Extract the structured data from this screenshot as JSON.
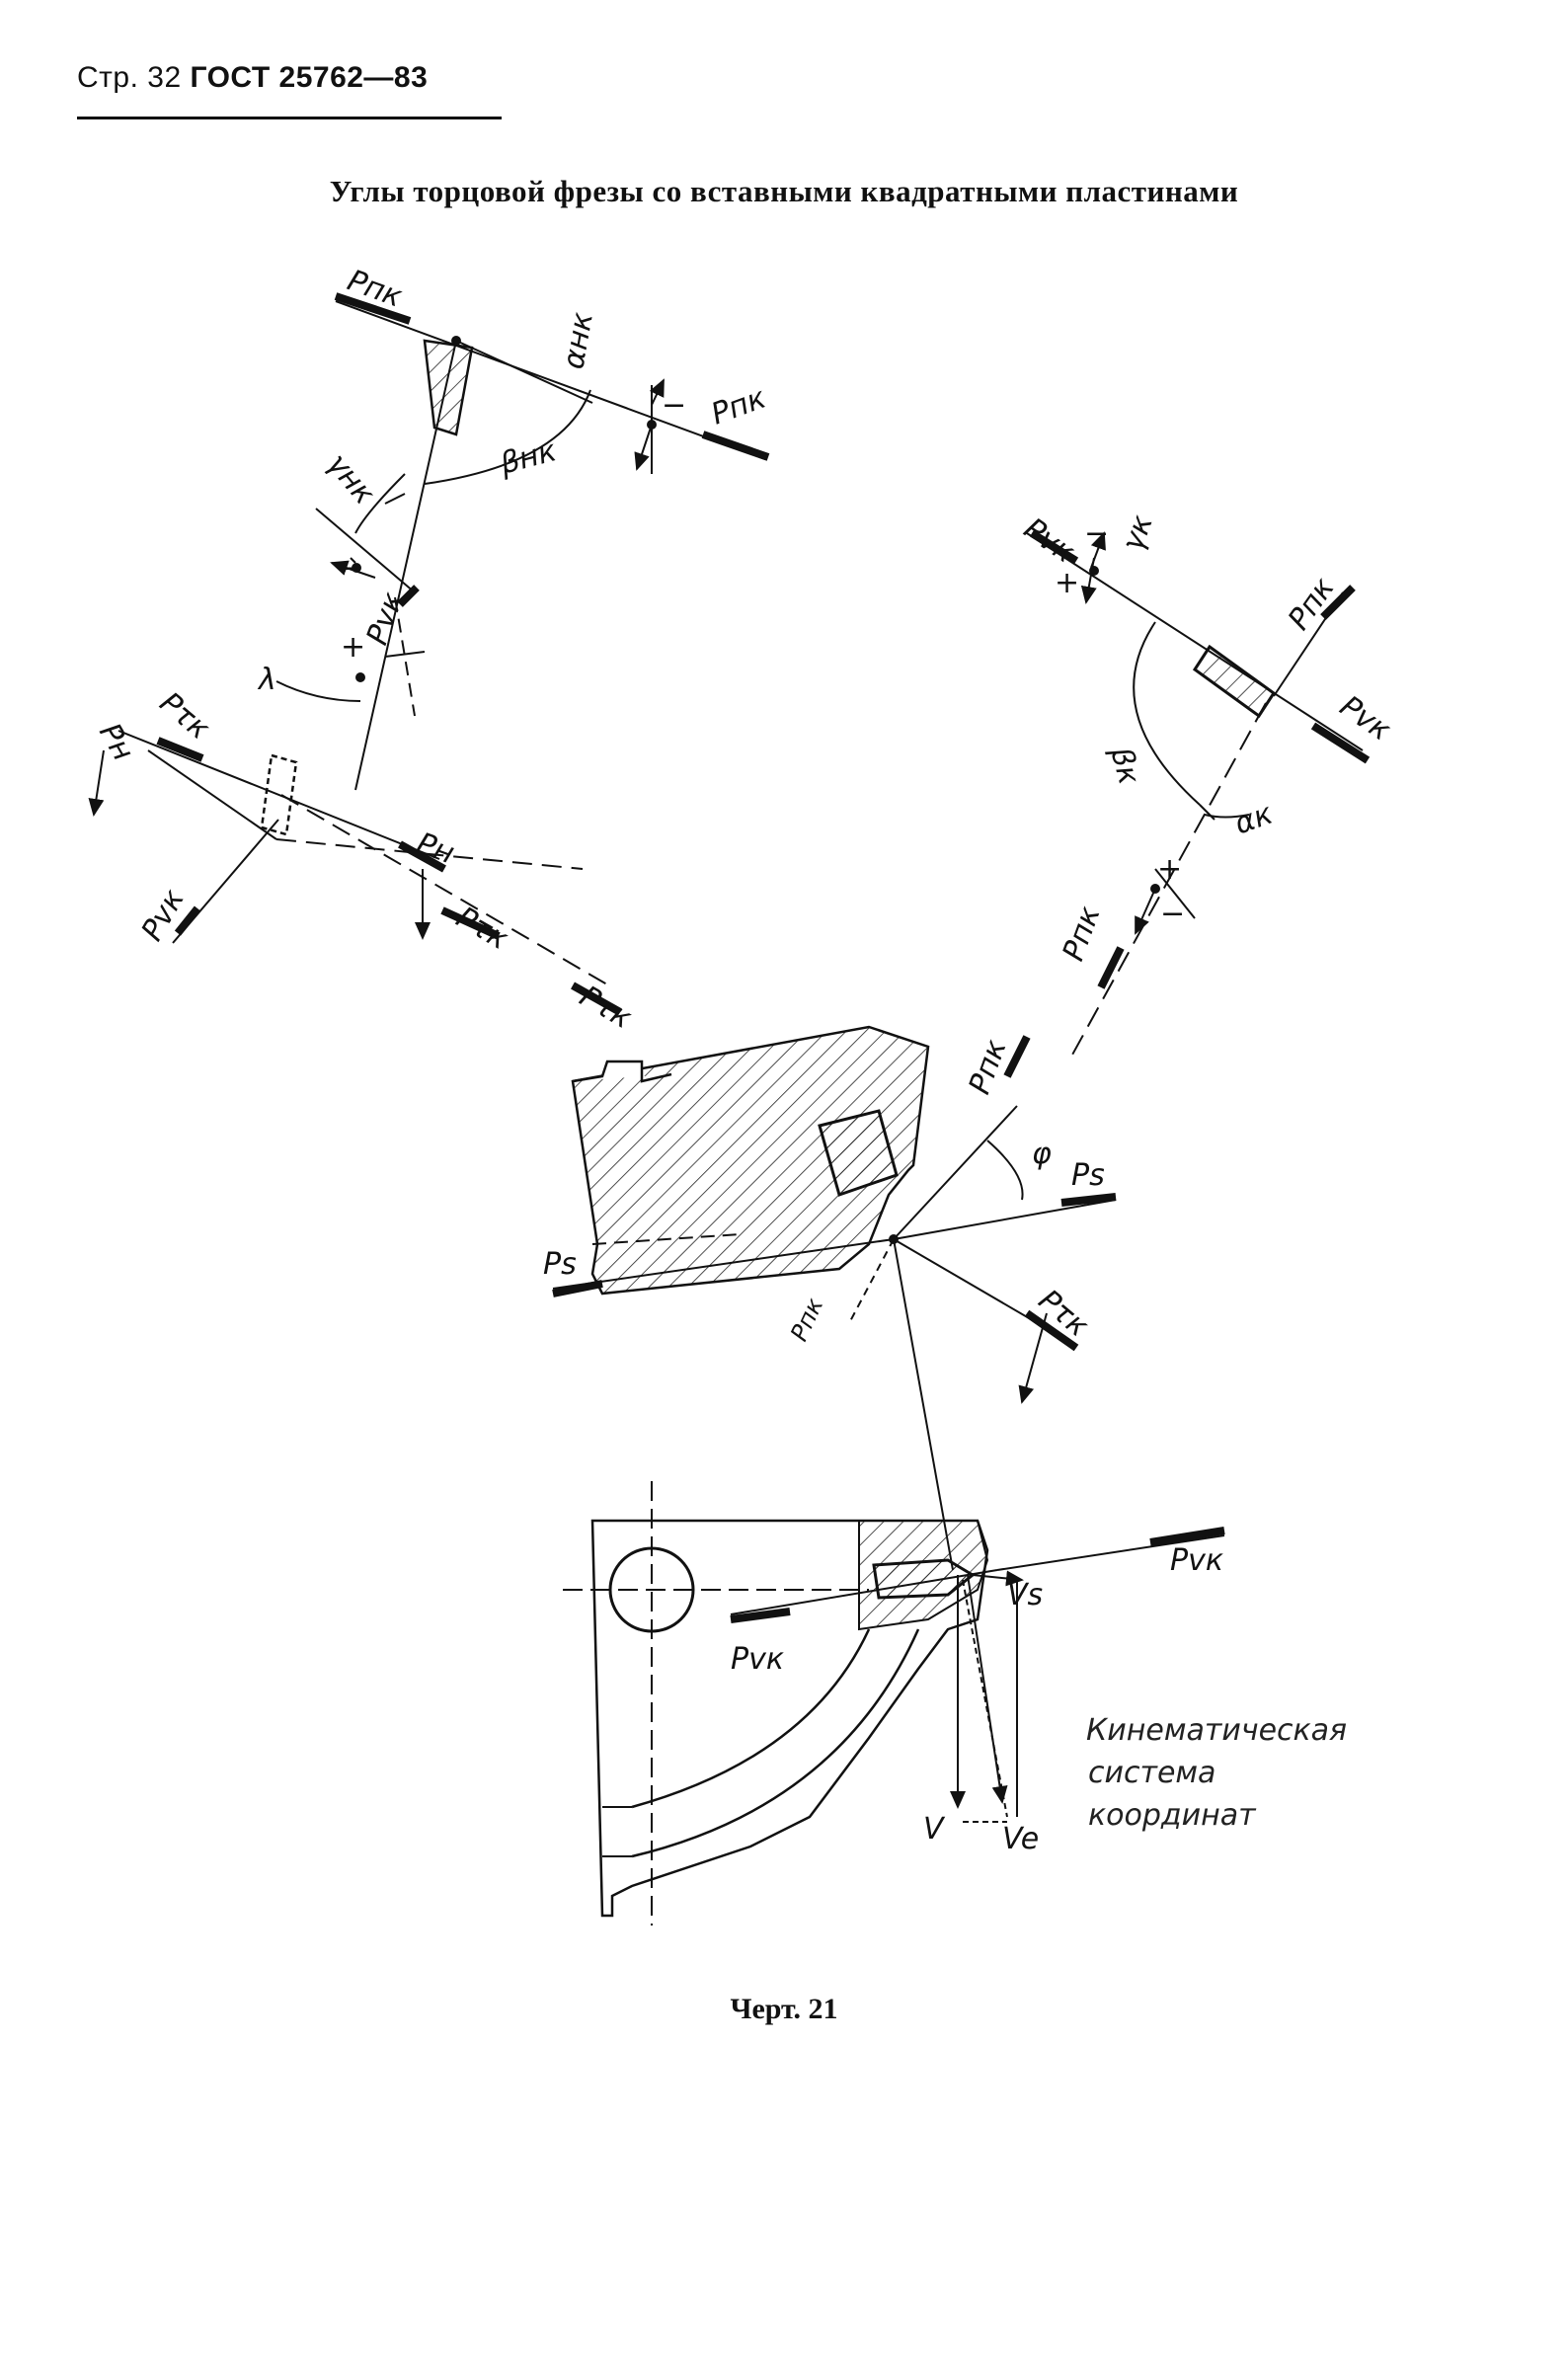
{
  "header": {
    "page": "Стр. 32",
    "standard": "ГОСТ 25762—83"
  },
  "title": "Углы торцовой фрезы со вставными квадратными пластинами",
  "caption": "Черт. 21",
  "note": {
    "line1": "Кинематическая",
    "line2": "система",
    "line3": "координат"
  },
  "labels": {
    "P_nk": "Pпк",
    "P_vk": "Pvк",
    "P_tk": "Pτк",
    "P_n": "Pн",
    "P_s": "Ps",
    "alpha_nk": "αнк",
    "beta_nk": "βнк",
    "gamma_nk": "γнк",
    "gamma_k": "γк",
    "beta_k": "βк",
    "alpha_k": "αк",
    "lambda": "λ",
    "phi": "φ",
    "V": "V",
    "V_s": "Vs",
    "V_e": "Ve",
    "plus": "+",
    "minus": "−"
  }
}
